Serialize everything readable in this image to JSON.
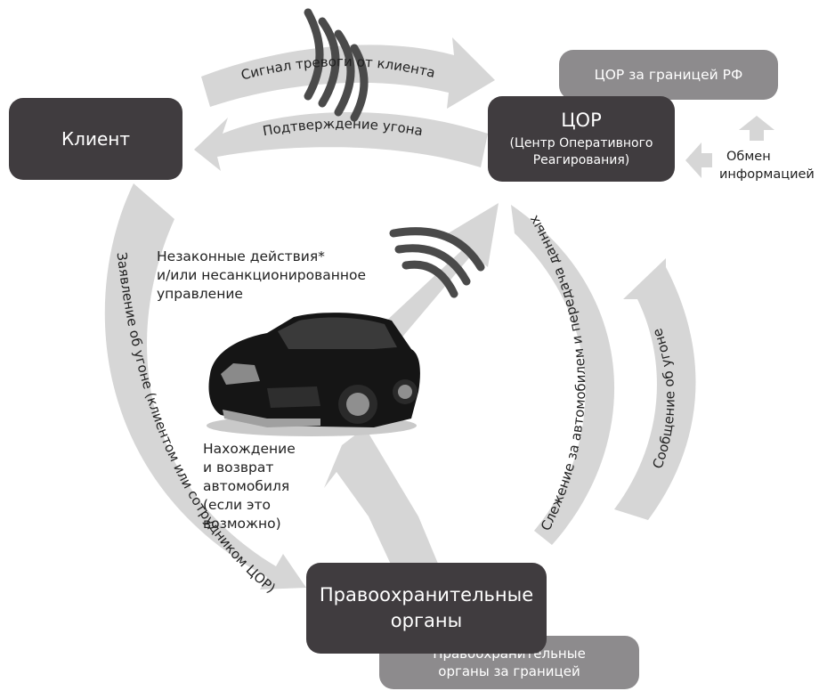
{
  "nodes": {
    "client": "Клиент",
    "cor_title": "ЦОР",
    "cor_subtitle": "(Центр Оперативного Реагирования)",
    "cor_abroad": "ЦОР за границей РФ",
    "police_line1": "Правоохранительные",
    "police_line2": "органы",
    "police_abroad_line1": "Правоохранительные",
    "police_abroad_line2": "органы за границей"
  },
  "arrows": {
    "alarm_signal": "Сигнал тревоги от клиента",
    "theft_confirmation": "Подтверждение угона",
    "theft_statement": "Заявление об угоне (клиентом или сотрудником ЦОР)",
    "tracking": "Слежение за автомобилем и передача данных",
    "theft_report": "Сообщение об угоне"
  },
  "notes": {
    "exchange_line1": "Обмен",
    "exchange_line2": "информацией",
    "illegal_line1": "Незаконные действия*",
    "illegal_line2": "и/или несанкционированное",
    "illegal_line3": "управление",
    "recovery_line1": "Нахождение",
    "recovery_line2": "и возврат",
    "recovery_line3": "автомобиля",
    "recovery_line4": "(если это",
    "recovery_line5": "возможно)"
  },
  "colors": {
    "dark_box": "#403c3f",
    "grey_box": "#8d8b8d",
    "arrow_fill": "#d6d6d6",
    "signal_waves": "#4a4a4a"
  }
}
